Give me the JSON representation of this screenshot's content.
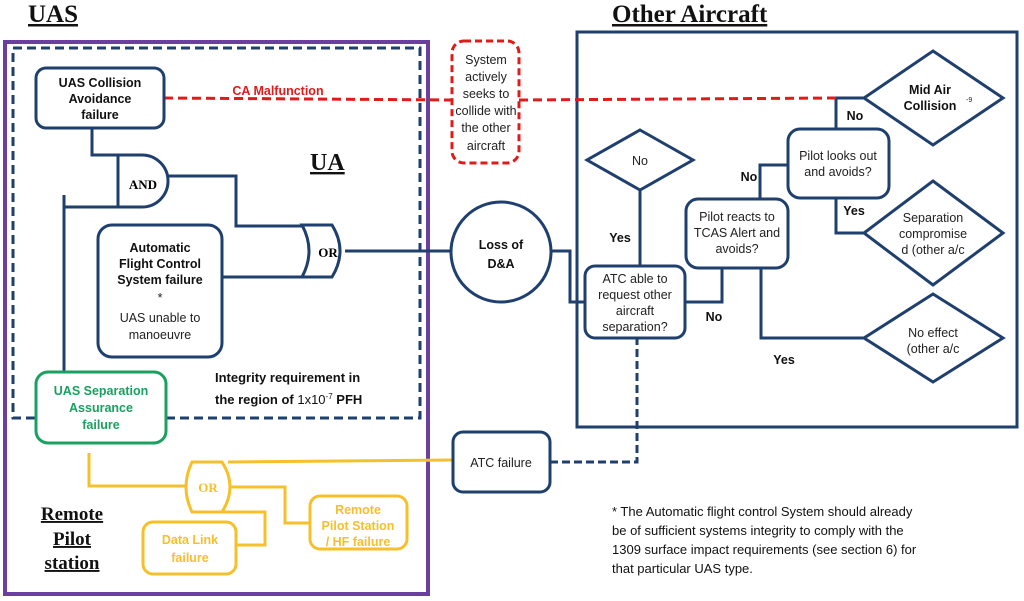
{
  "colors": {
    "uas_border": "#6b3fa0",
    "navy": "#1f3f6e",
    "ca_red": "#e01b1b",
    "separation_green": "#1aa060",
    "remote_yellow": "#f5c02a"
  },
  "headings": {
    "uas": "UAS",
    "other_aircraft": "Other Aircraft",
    "ua": "UA",
    "remote_pilot_station": [
      "Remote",
      "Pilot",
      "station"
    ]
  },
  "nodes": {
    "collision_avoidance": [
      "UAS Collision",
      "Avoidance",
      "failure"
    ],
    "and_gate": "AND",
    "or_gate": "OR",
    "afcs": {
      "title": [
        "Automatic",
        "Flight Control",
        "System failure"
      ],
      "marker": "*",
      "note": [
        "UAS unable to",
        "manoeuvre"
      ]
    },
    "ca_malfunction": "CA Malfunction",
    "system_collide": [
      "System",
      "actively",
      "seeks to",
      "collide with",
      "the other",
      "aircraft"
    ],
    "loss_da": [
      "Loss of",
      "D&A"
    ],
    "integrity": {
      "line1": "Integrity requirement in",
      "line2_prefix": "the region of ",
      "value": "1x10",
      "exponent": "-7",
      "unit": " PFH"
    },
    "separation_assurance": [
      "UAS Separation",
      "Assurance",
      "failure"
    ],
    "rps_or_gate": "OR",
    "data_link": [
      "Data Link",
      "failure"
    ],
    "remote_pilot_station_failure": [
      "Remote",
      "Pilot Station",
      "/ HF failure"
    ],
    "atc_failure": "ATC failure",
    "atc_request": [
      "ATC able to",
      "request other",
      "aircraft",
      "separation?"
    ],
    "no_diamond": "No",
    "pilot_tcas": [
      "Pilot reacts to",
      "TCAS Alert and",
      "avoids?"
    ],
    "pilot_looks": [
      "Pilot looks out",
      "and avoids?"
    ],
    "mid_air": [
      "Mid Air",
      "Collision"
    ],
    "mid_air_exp": "-9",
    "separation_compromised": [
      "Separation",
      "compromise",
      "d (other a/c"
    ],
    "no_effect": [
      "No effect",
      "(other a/c"
    ]
  },
  "edge_labels": {
    "yes_atc": "Yes",
    "no_atc": "No",
    "no_tcas": "No",
    "yes_tcas": "Yes",
    "no_looks": "No",
    "yes_looks": "Yes"
  },
  "footnote": [
    "* The Automatic flight control System should already",
    "be of sufficient systems integrity to comply with the",
    "1309 surface impact requirements (see section 6) for",
    "that particular UAS type."
  ]
}
